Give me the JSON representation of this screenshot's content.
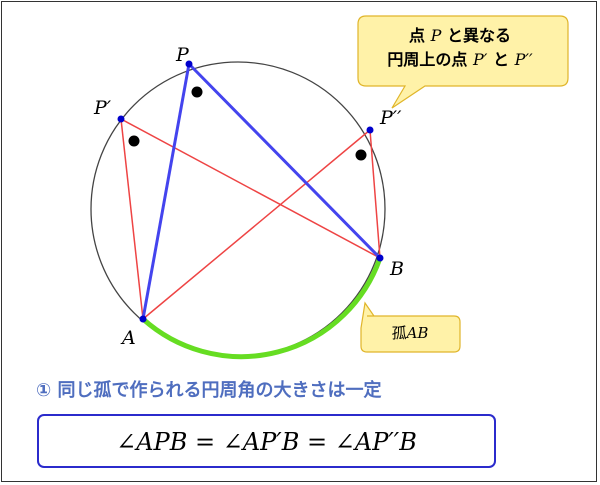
{
  "points": {
    "P": "P",
    "P_prime": "P′",
    "P_double": "P′′",
    "A": "A",
    "B": "B"
  },
  "callout": {
    "line1_prefix": "点",
    "line1_var": "P",
    "line1_suffix": "と異なる",
    "line2_prefix": "円周上の点",
    "line2_var1": "P′",
    "line2_mid": "と",
    "line2_var2": "P′′"
  },
  "arc_label": {
    "prefix": "孤",
    "var": "AB"
  },
  "heading": "① 同じ孤で作られる円周角の大きさは一定",
  "formula": "∠APB = ∠AP′B = ∠AP′′B",
  "colors": {
    "circle": "#444444",
    "blue_chord": "#4444ee",
    "red_chord": "#ee4444",
    "arc": "#66dd22",
    "point": "#0000cc",
    "callout_fill": "#fff2a8",
    "callout_border": "#e0b52a",
    "heading": "#4f6ebf",
    "formula_border": "#2b2bcc"
  }
}
